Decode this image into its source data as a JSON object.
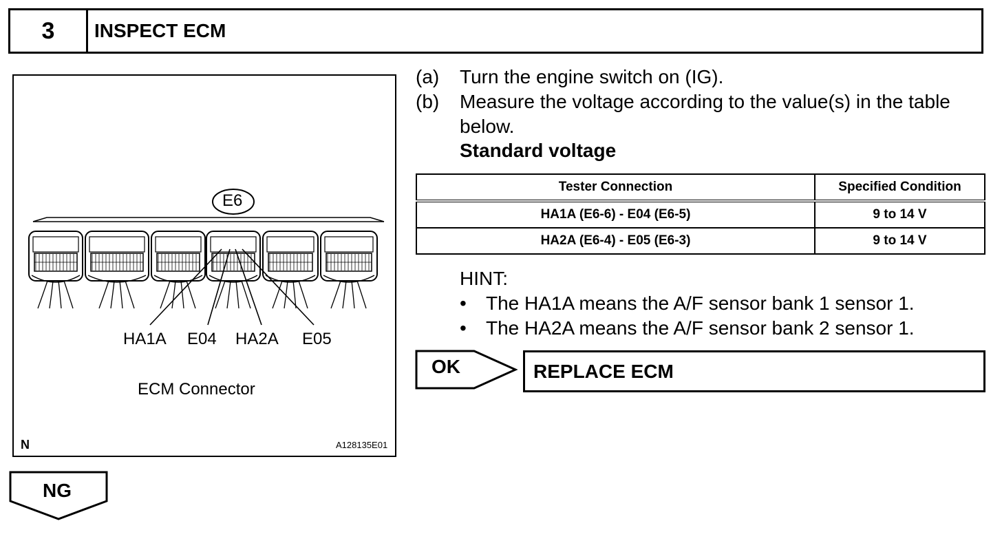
{
  "header": {
    "step_number": "3",
    "title": "INSPECT ECM"
  },
  "figure": {
    "connector_label": "E6",
    "pins": [
      "HA1A",
      "E04",
      "HA2A",
      "E05"
    ],
    "caption": "ECM Connector",
    "corner_mark": "N",
    "code": "A128135E01"
  },
  "steps": [
    {
      "label": "(a)",
      "text": "Turn the engine switch on (IG)."
    },
    {
      "label": "(b)",
      "text": "Measure the voltage according to the value(s) in the table below."
    }
  ],
  "standard_title": "Standard voltage",
  "table": {
    "headers": [
      "Tester Connection",
      "Specified Condition"
    ],
    "rows": [
      [
        "HA1A (E6-6) - E04 (E6-5)",
        "9 to 14 V"
      ],
      [
        "HA2A (E6-4) - E05 (E6-3)",
        "9 to 14 V"
      ]
    ]
  },
  "hint": {
    "title": "HINT:",
    "bullets": [
      "The HA1A means the A/F sensor bank 1 sensor 1.",
      "The HA2A means the A/F sensor bank 2 sensor 1."
    ]
  },
  "ok": {
    "label": "OK",
    "action": "REPLACE ECM"
  },
  "ng": {
    "label": "NG"
  }
}
